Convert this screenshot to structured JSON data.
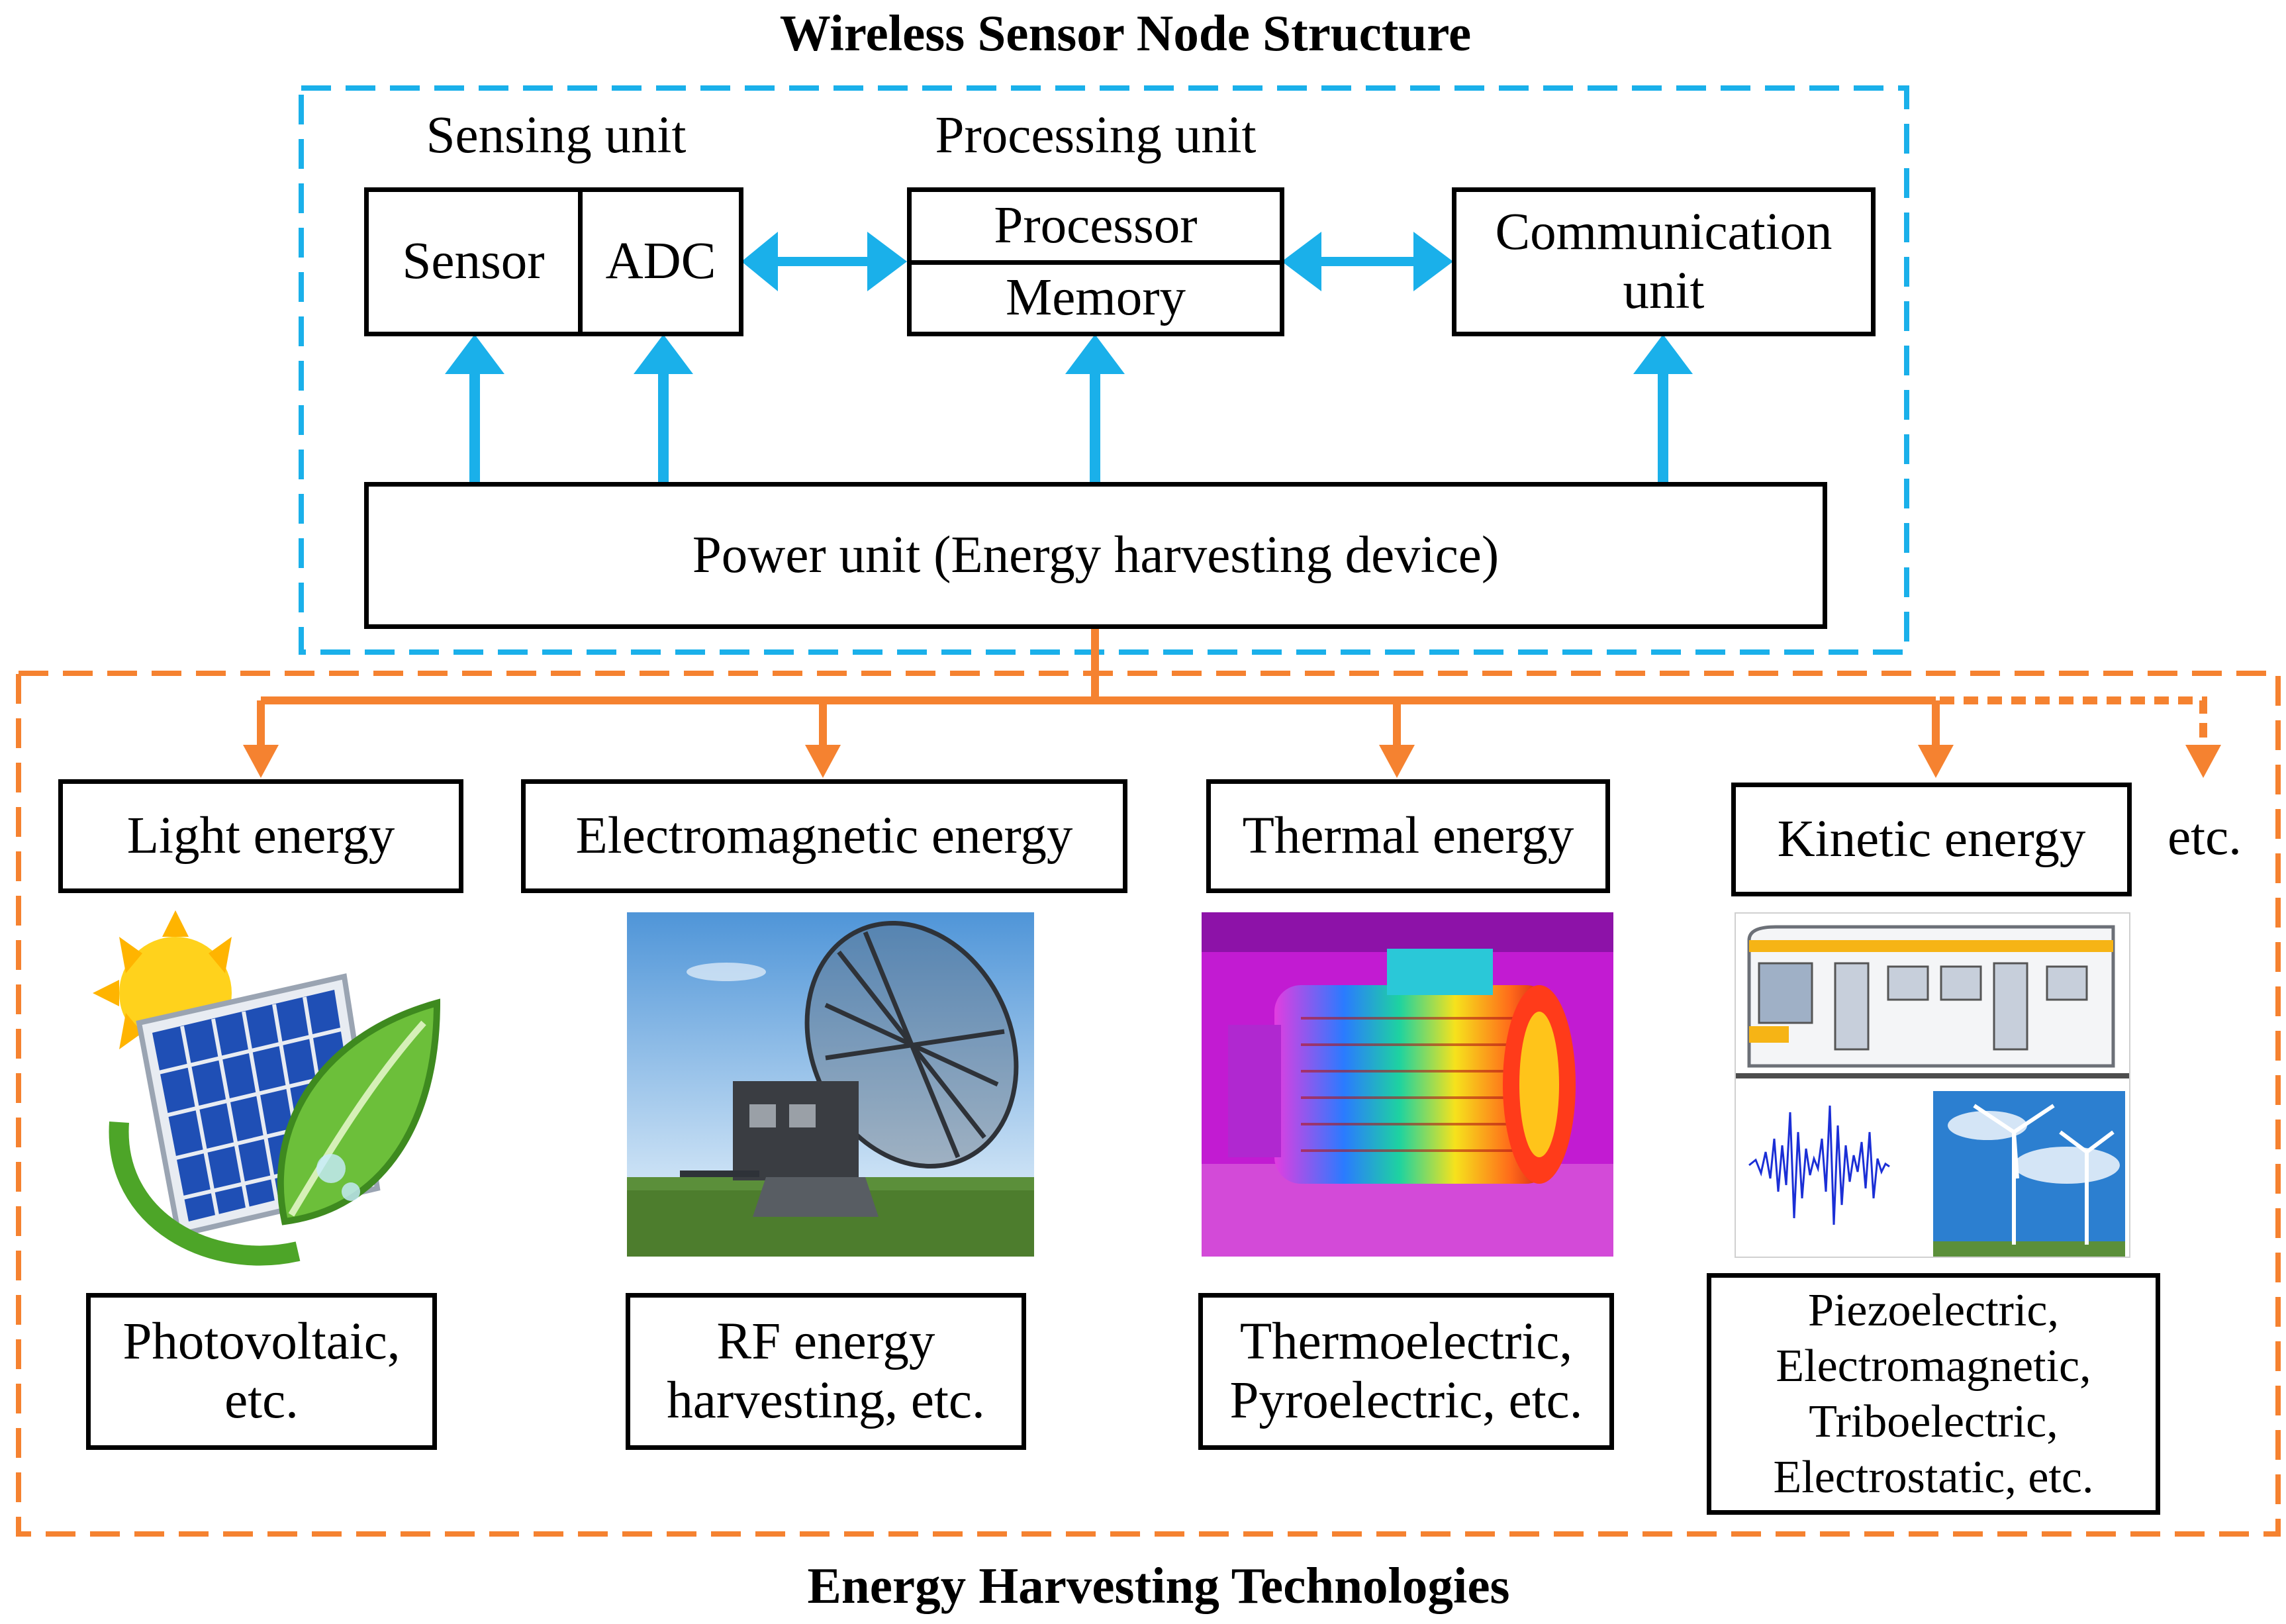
{
  "title_top": "Wireless Sensor Node Structure",
  "title_bottom": "Energy Harvesting Technologies",
  "node": {
    "sensing_unit_label": "Sensing unit",
    "processing_unit_label": "Processing unit",
    "sensor": "Sensor",
    "adc": "ADC",
    "processor": "Processor",
    "memory": "Memory",
    "communication_line1": "Communication",
    "communication_line2": "unit",
    "power_unit": "Power unit (Energy harvesting device)"
  },
  "sources": [
    {
      "name": "Light energy",
      "tech_line1": "Photovoltaic,",
      "tech_line2": "etc.",
      "picture": "solar-panel-leaf"
    },
    {
      "name": "Electromagnetic energy",
      "tech_line1": "RF energy",
      "tech_line2": "harvesting, etc.",
      "picture": "radar-dish"
    },
    {
      "name": "Thermal energy",
      "tech_line1": "Thermoelectric,",
      "tech_line2": "Pyroelectric, etc.",
      "picture": "thermal-motor"
    },
    {
      "name": "Kinetic energy",
      "tech_lines": [
        "Piezoelectric,",
        "Electromagnetic,",
        "Triboelectric,",
        "Electrostatic, etc."
      ],
      "picture": "train-vibration-wind"
    }
  ],
  "etc_label": "etc.",
  "colors": {
    "node_frame": "#1ab0ea",
    "harvest_frame": "#f58230",
    "arrow_blue": "#1ab0ea",
    "arrow_orange": "#f58230"
  }
}
